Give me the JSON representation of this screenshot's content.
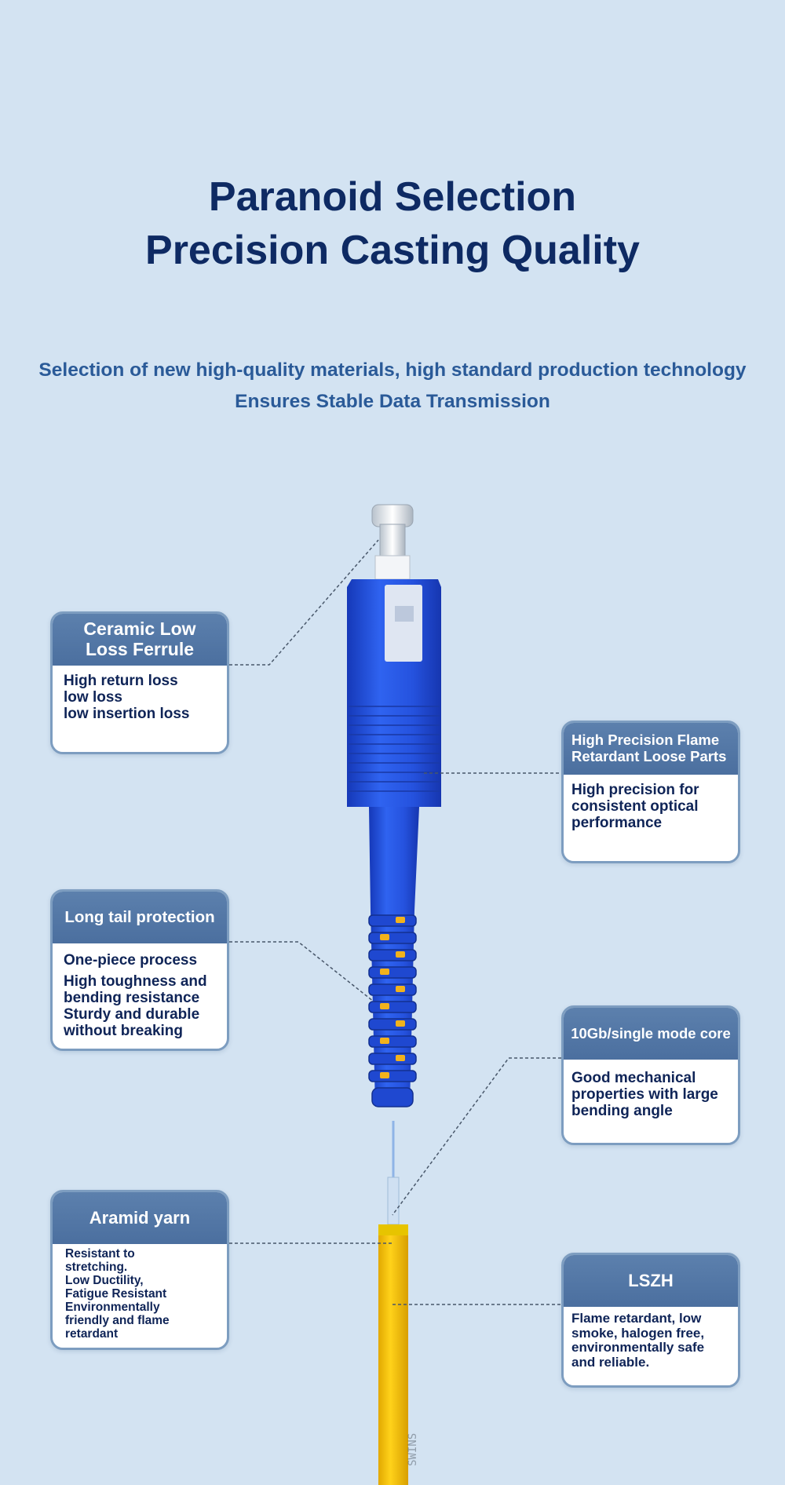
{
  "header": {
    "title_line1": "Paranoid Selection",
    "title_line2": "Precision Casting Quality",
    "subtitle_line1": "Selection of new high-quality materials, high standard production technology",
    "subtitle_line2": "Ensures Stable Data Transmission"
  },
  "cards": {
    "ceramic": {
      "title_line1": "Ceramic Low",
      "title_line2": "Loss Ferrule",
      "lines": [
        "High return loss",
        "low loss",
        "low insertion loss"
      ]
    },
    "flame": {
      "title_line1": "High Precision Flame",
      "title_line2": "Retardant Loose Parts",
      "lines": [
        "High precision for",
        "consistent optical",
        "performance"
      ]
    },
    "tail": {
      "title": "Long tail protection",
      "lines": [
        "One-piece process",
        "High toughness and",
        "bending resistance",
        "Sturdy and durable",
        "without breaking"
      ]
    },
    "core": {
      "title": "10Gb/single mode core",
      "lines": [
        "Good mechanical",
        "properties with large",
        "bending angle"
      ]
    },
    "aramid": {
      "title": "Aramid yarn",
      "lines": [
        "Resistant to",
        "stretching.",
        "Low Ductility,",
        "Fatigue Resistant",
        "Environmentally",
        "friendly and flame",
        "retardant"
      ]
    },
    "lszh": {
      "title": "LSZH",
      "lines": [
        "Flame retardant, low",
        "smoke, halogen free,",
        "environmentally safe",
        "and reliable."
      ]
    }
  },
  "colors": {
    "background": "#d3e3f2",
    "title": "#0e2a63",
    "subtitle": "#2a5a98",
    "connector_blue": "#1f4fd6",
    "cable_yellow": "#f2c200",
    "card_header": "#5479a8"
  }
}
